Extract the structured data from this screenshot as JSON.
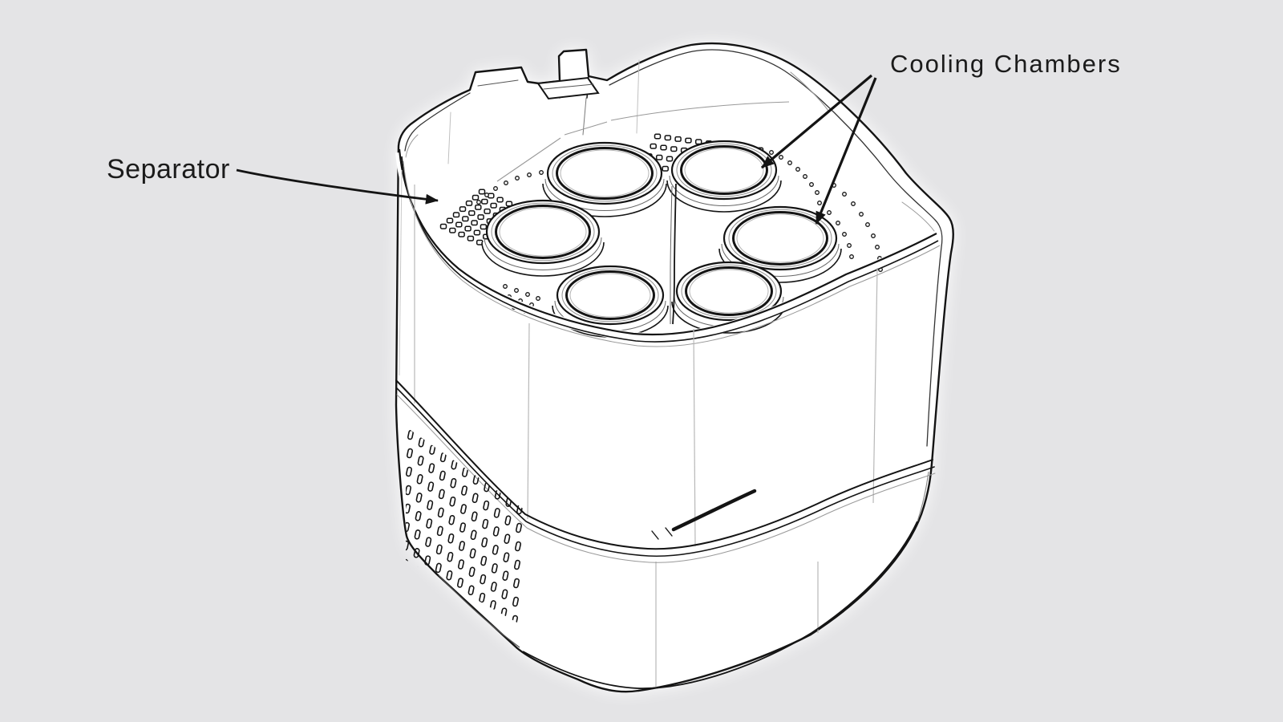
{
  "page": {
    "background_color": "#e4e4e6",
    "line_color": "#141414"
  },
  "annotations": {
    "separator": {
      "label": "Separator",
      "arrow_count": 1
    },
    "cooling_chambers": {
      "label": "Cooling Chambers",
      "arrow_count": 2
    }
  },
  "device": {
    "chamber_count": 6,
    "parts": [
      {
        "id": "separator-plate",
        "label": "Separator"
      },
      {
        "id": "cooling-chambers",
        "label": "Cooling Chambers"
      },
      {
        "id": "side-vent-grille"
      },
      {
        "id": "body-seam"
      },
      {
        "id": "lid-rim"
      },
      {
        "id": "center-divider-fin"
      },
      {
        "id": "base"
      }
    ]
  }
}
